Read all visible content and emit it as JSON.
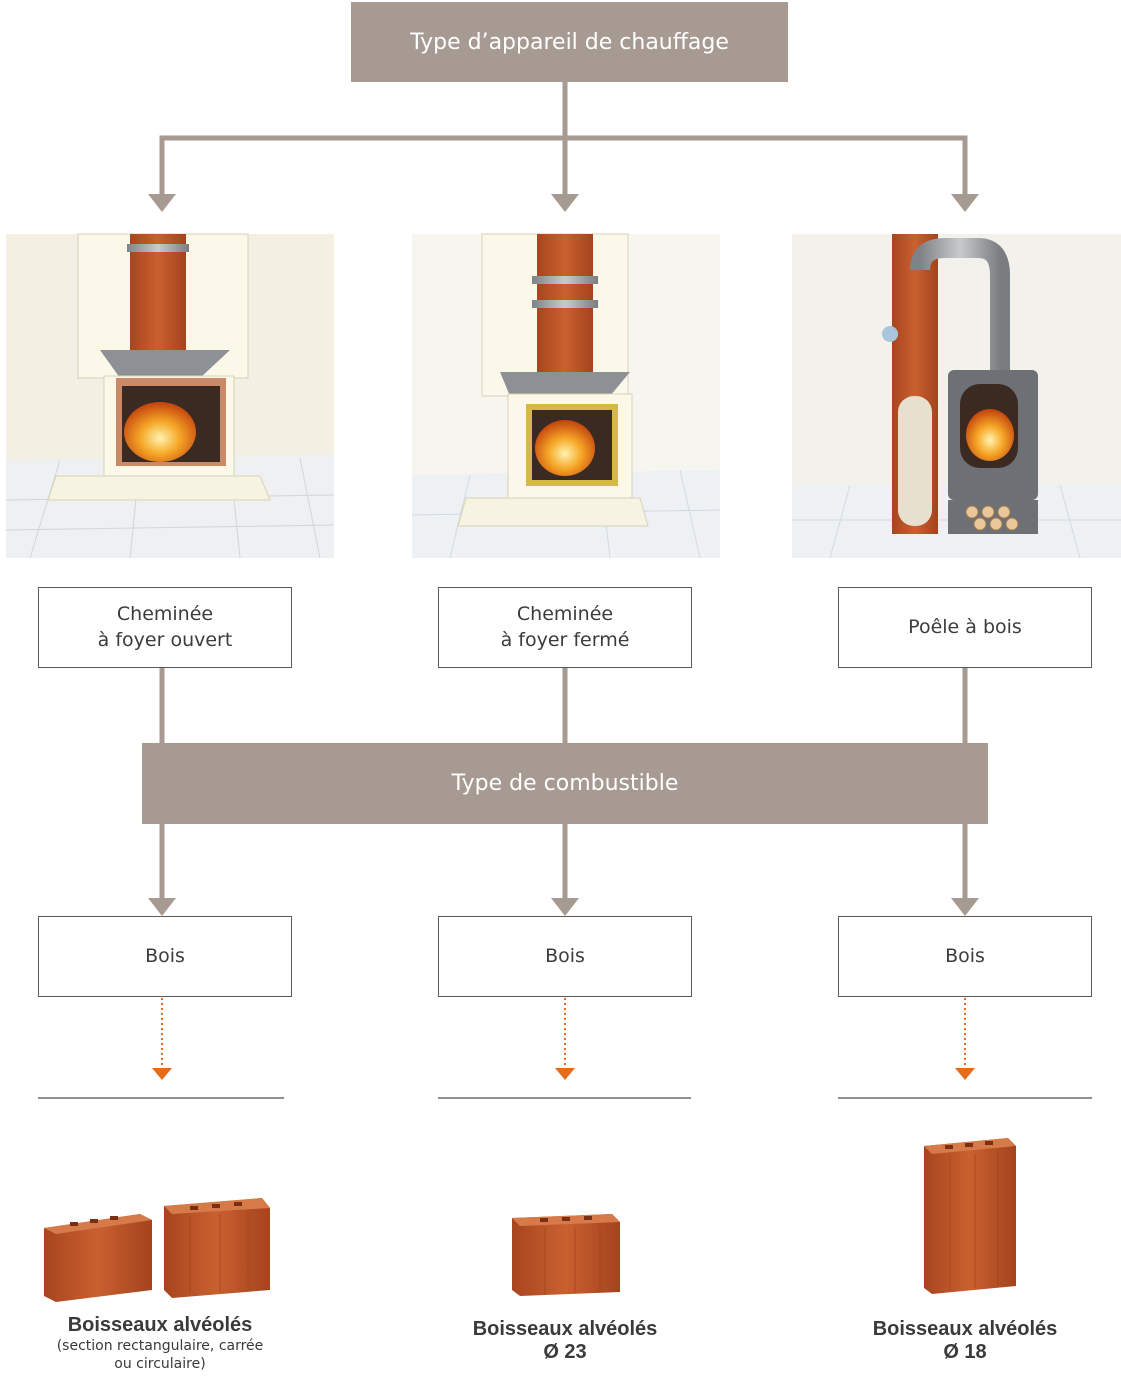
{
  "header": {
    "title": "Type d’appareil de chauffage"
  },
  "appliances": [
    {
      "label": "Cheminée\nà foyer ouvert",
      "icon": "open-fireplace-illustration"
    },
    {
      "label": "Cheminée\nà foyer fermé",
      "icon": "closed-fireplace-illustration"
    },
    {
      "label": "Poêle à bois",
      "icon": "wood-stove-illustration"
    }
  ],
  "middle": {
    "title": "Type de combustible"
  },
  "fuels": [
    "Bois",
    "Bois",
    "Bois"
  ],
  "products": [
    {
      "title": "Boisseaux alvéolés",
      "subtitle": "(section rectangulaire, carrée\nou circulaire)"
    },
    {
      "title": "Boisseaux alvéolés",
      "subtitle": "Ø 23"
    },
    {
      "title": "Boisseaux alvéolés",
      "subtitle": "Ø 18"
    }
  ],
  "colors": {
    "box_fill": "#a69a93",
    "connector": "#a69a93",
    "dotted_arrow": "#e46a1e",
    "brick": "#b8532a"
  }
}
